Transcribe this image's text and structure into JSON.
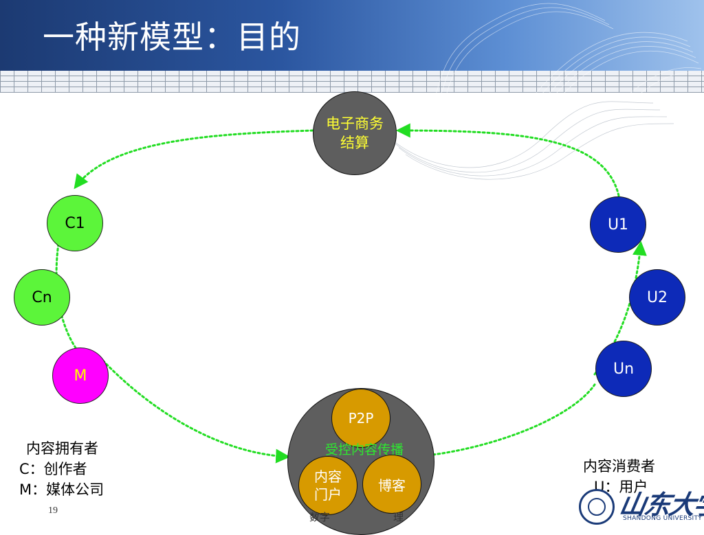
{
  "title": "一种新模型：目的",
  "nodes": {
    "settlement": "电子商务\n结算",
    "c1": "C1",
    "cn": "Cn",
    "m": "M",
    "u1": "U1",
    "u2": "U2",
    "un": "Un",
    "p2p": "P2P",
    "portal": "内容\n门户",
    "blog": "博客",
    "distribution": "受控内容传播"
  },
  "legend_owner": {
    "heading": "内容拥有者",
    "c_line": "C：创作者",
    "m_line": "M：媒体公司"
  },
  "legend_consumer": {
    "heading": "内容消费者",
    "u_line": "U：用户"
  },
  "page_number": "19",
  "footer": "数字",
  "footer_tail": "理",
  "logo": {
    "name": "山东大学",
    "sub": "SHANDONG UNIVERSITY"
  },
  "colors": {
    "header_dark": "#1c3a72",
    "arrow_green": "#22dd22",
    "owner_green": "#5cf53a",
    "media_magenta": "#ff00ff",
    "user_blue": "#0d2ab8",
    "hub_gray": "#5e5e5e",
    "channel_gold": "#d79a00"
  }
}
